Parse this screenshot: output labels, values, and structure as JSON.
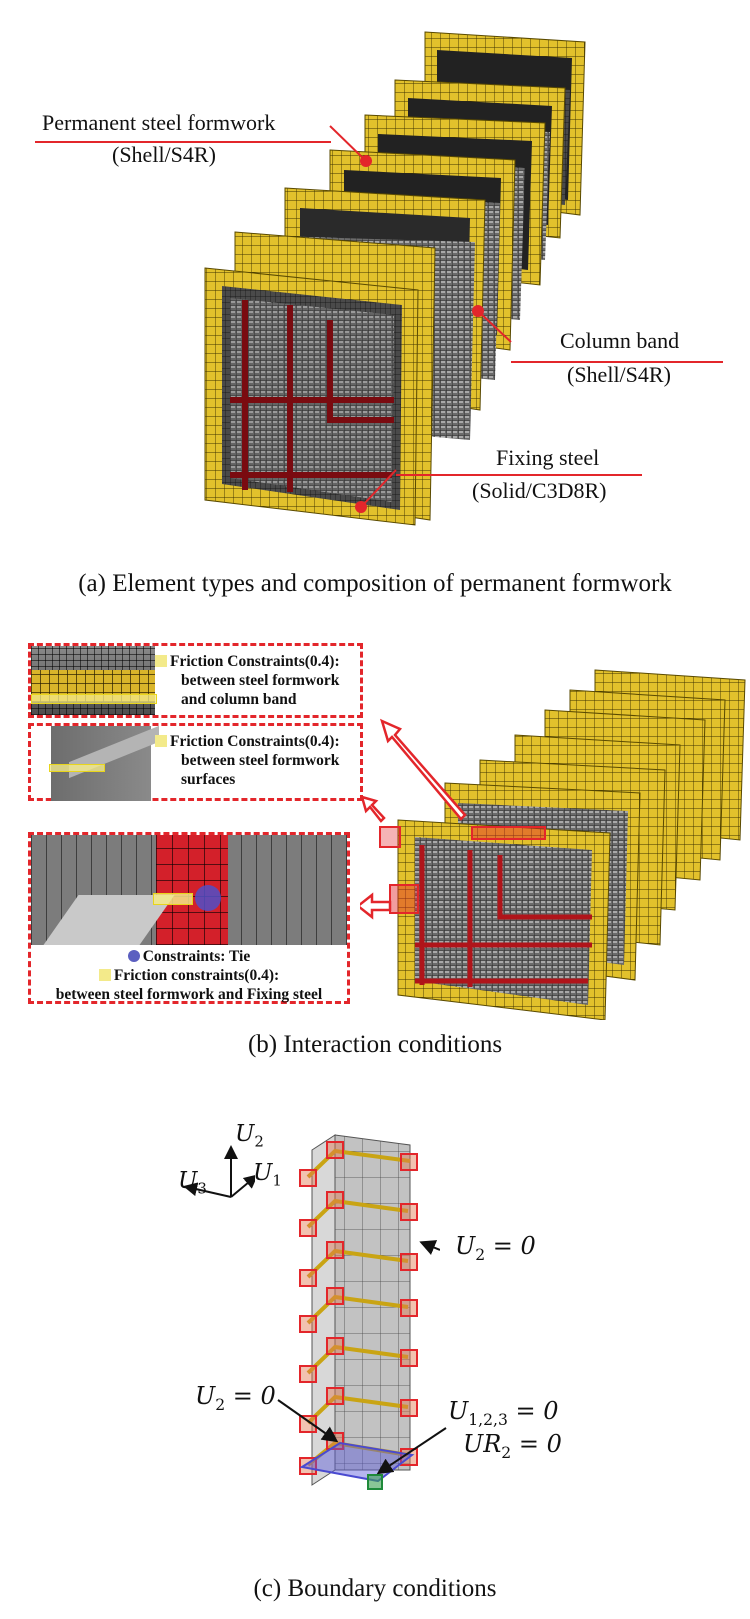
{
  "figure": {
    "panel_a": {
      "caption": "(a) Element types and composition of permanent formwork",
      "callouts": [
        {
          "title": "Permanent steel formwork",
          "subtitle": "(Shell/S4R)"
        },
        {
          "title": "Column band",
          "subtitle": "(Shell/S4R)"
        },
        {
          "title": "Fixing steel",
          "subtitle": "(Solid/C3D8R)"
        }
      ]
    },
    "panel_b": {
      "caption": "(b) Interaction conditions",
      "boxes": [
        {
          "legend": "Friction Constraints(0.4):",
          "line2": "between steel formwork",
          "line3": "and column band"
        },
        {
          "legend": "Friction Constraints(0.4):",
          "line2": "between steel formwork",
          "line3": "surfaces"
        },
        {
          "legend_tie": "Constraints: Tie",
          "legend": "Friction constraints(0.4):",
          "line3": "between steel formwork and Fixing steel"
        }
      ]
    },
    "panel_c": {
      "caption": "(c) Boundary conditions",
      "axes": {
        "u2": "U",
        "u2_sub": "2",
        "u1": "U",
        "u1_sub": "1",
        "u3": "U",
        "u3_sub": "3"
      },
      "labels": {
        "side_bc": {
          "var": "U",
          "sub": "2",
          "eq": " = 0"
        },
        "base_left_bc": {
          "var": "U",
          "sub": "2",
          "eq": " = 0"
        },
        "base_fixed_1": {
          "var": "U",
          "sub": "1,2,3",
          "eq": " = 0"
        },
        "base_fixed_2": {
          "var": "UR",
          "sub": "2",
          "eq": " = 0"
        }
      }
    },
    "colors": {
      "annotation_red": "#e3262b",
      "column_band_yellow": "#e3c22c",
      "friction_yellow": "#f3ea8a",
      "tie_blue": "#5b5fc0",
      "fixing_steel_red": "#b0141a"
    }
  }
}
